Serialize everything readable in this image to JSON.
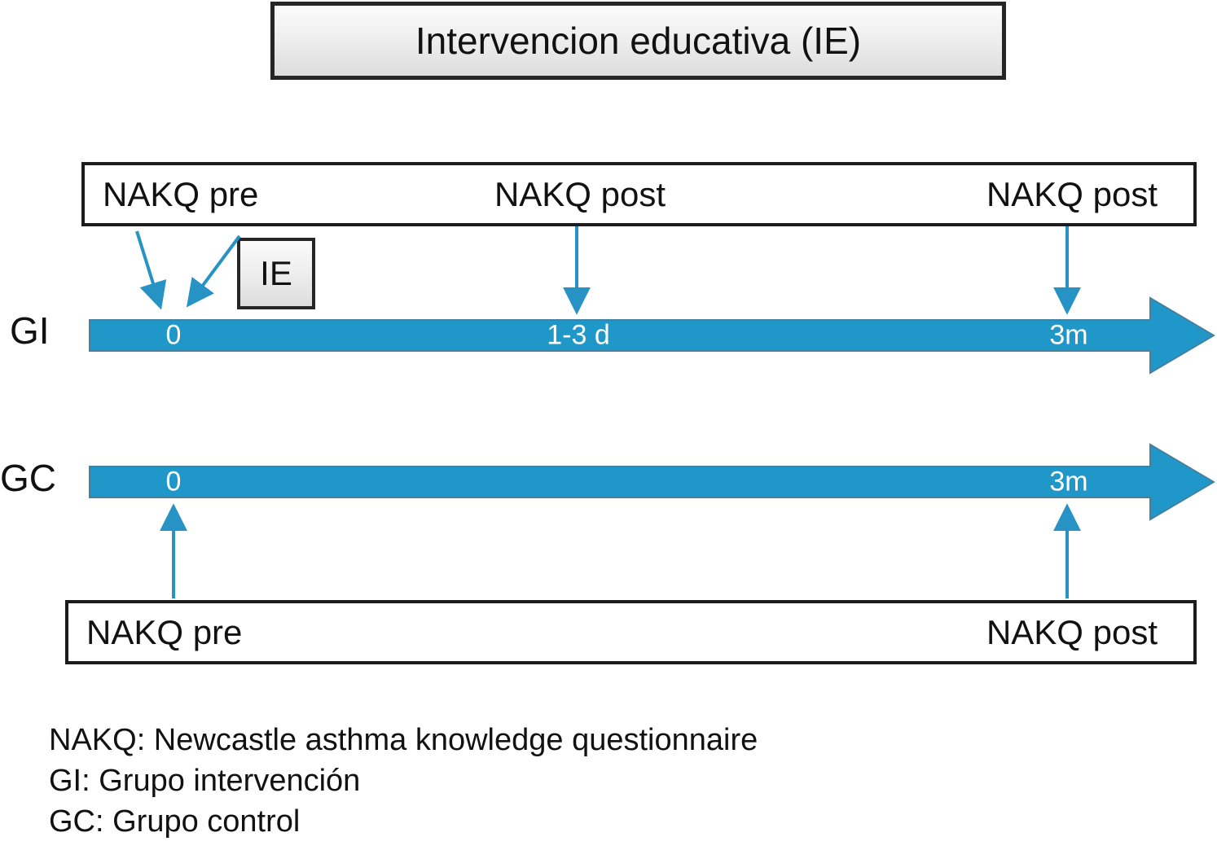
{
  "title": "Intervencion educativa (IE)",
  "top_box": {
    "pre": "NAKQ pre",
    "post_mid": "NAKQ post",
    "post_right": "NAKQ post"
  },
  "ie_label": "IE",
  "gi": {
    "label": "GI",
    "t0": "0",
    "t1": "1-3 d",
    "t2": "3m"
  },
  "gc": {
    "label": "GC",
    "t0": "0",
    "t2": "3m"
  },
  "bottom_box": {
    "pre": "NAKQ pre",
    "post": "NAKQ post"
  },
  "legend": [
    "NAKQ: Newcastle asthma knowledge questionnaire",
    "GI: Grupo intervención",
    "GC: Grupo control"
  ],
  "colors": {
    "timeline_fill": "#1f97c9",
    "timeline_stroke": "#44809f",
    "arrow": "#2693c4"
  }
}
